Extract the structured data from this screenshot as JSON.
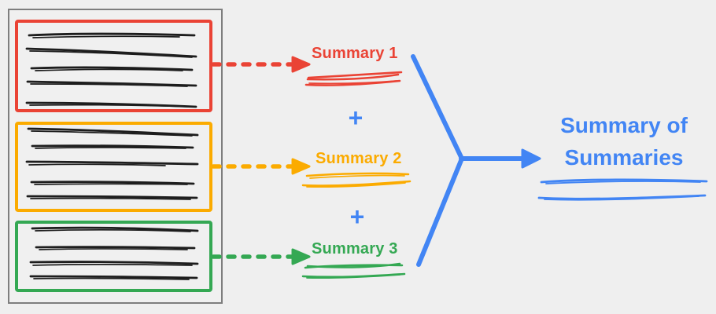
{
  "diagram": {
    "title": "Summary of Summaries",
    "plus_symbol": "+",
    "source_document": {
      "description": "document with three highlighted sections of scribbled text",
      "sections": [
        {
          "name": "section-1",
          "color": "#ea4335",
          "text_lines": 5
        },
        {
          "name": "section-2",
          "color": "#fbab00",
          "text_lines": 5
        },
        {
          "name": "section-3",
          "color": "#34a853",
          "text_lines": 4
        }
      ]
    },
    "summaries": [
      {
        "label": "Summary 1",
        "color": "#ea4335"
      },
      {
        "label": "Summary 2",
        "color": "#fbab00"
      },
      {
        "label": "Summary 3",
        "color": "#34a853"
      }
    ],
    "colors": {
      "red": "#ea4335",
      "orange": "#fbab00",
      "green": "#34a853",
      "blue": "#4285f4",
      "ink": "#1d1d1d",
      "document_border": "#7e7e7e",
      "background": "#efefef"
    }
  }
}
